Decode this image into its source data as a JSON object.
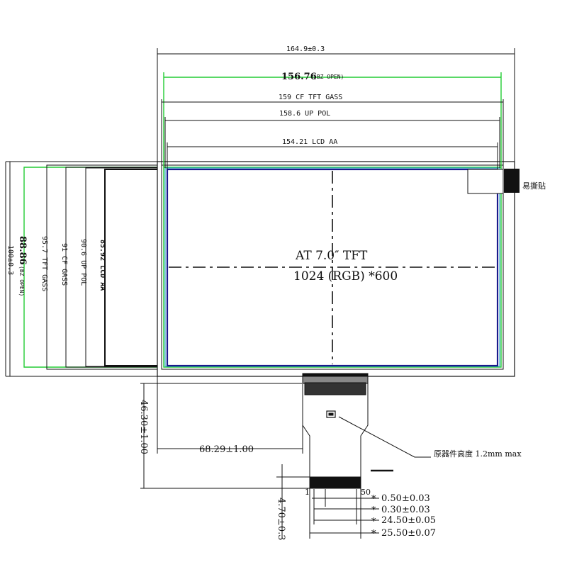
{
  "dimensions": {
    "outline_width": "164.9±0.3",
    "bz_open_width": "156.76",
    "bz_open_width_note": "(BZ OPEN)",
    "cf_tft_glass_width": "159  CF TFT GASS",
    "up_pol_width": "158.6 UP POL",
    "lcd_aa_width": "154.21 LCD AA",
    "outline_height": "100±0.3",
    "bz_open_height": "88.86",
    "bz_open_height_note": "(BZ OPEN)",
    "tft_glass_height": "95.7 TFT GASS",
    "cf_glass_height": "91 CF GASS",
    "up_pol_height": "90.6 UP POL",
    "lcd_aa_height": "85.92 LCD AA",
    "fpc_height": "46.30±1.00",
    "fpc_offset": "68.29±1.00",
    "fpc_thickness": "4.70±0.3",
    "pin_width": "0.50±0.03",
    "pin_pitch": "0.30±0.03",
    "pins_span": "24.50±0.05",
    "fpc_finger_width": "25.50±0.07"
  },
  "labels": {
    "display_title": "AT 7.0″ TFT",
    "display_resolution": "1024 (RGB) *600",
    "tear_tape": "易撕贴",
    "component_height": "原器件高度 1.2mm  max",
    "pin_first": "1",
    "pin_last": "50",
    "star": "*"
  },
  "colors": {
    "line": "#111111",
    "green": "#22cc33",
    "blue": "#1a1a8c",
    "cyan": "#33aacc"
  }
}
